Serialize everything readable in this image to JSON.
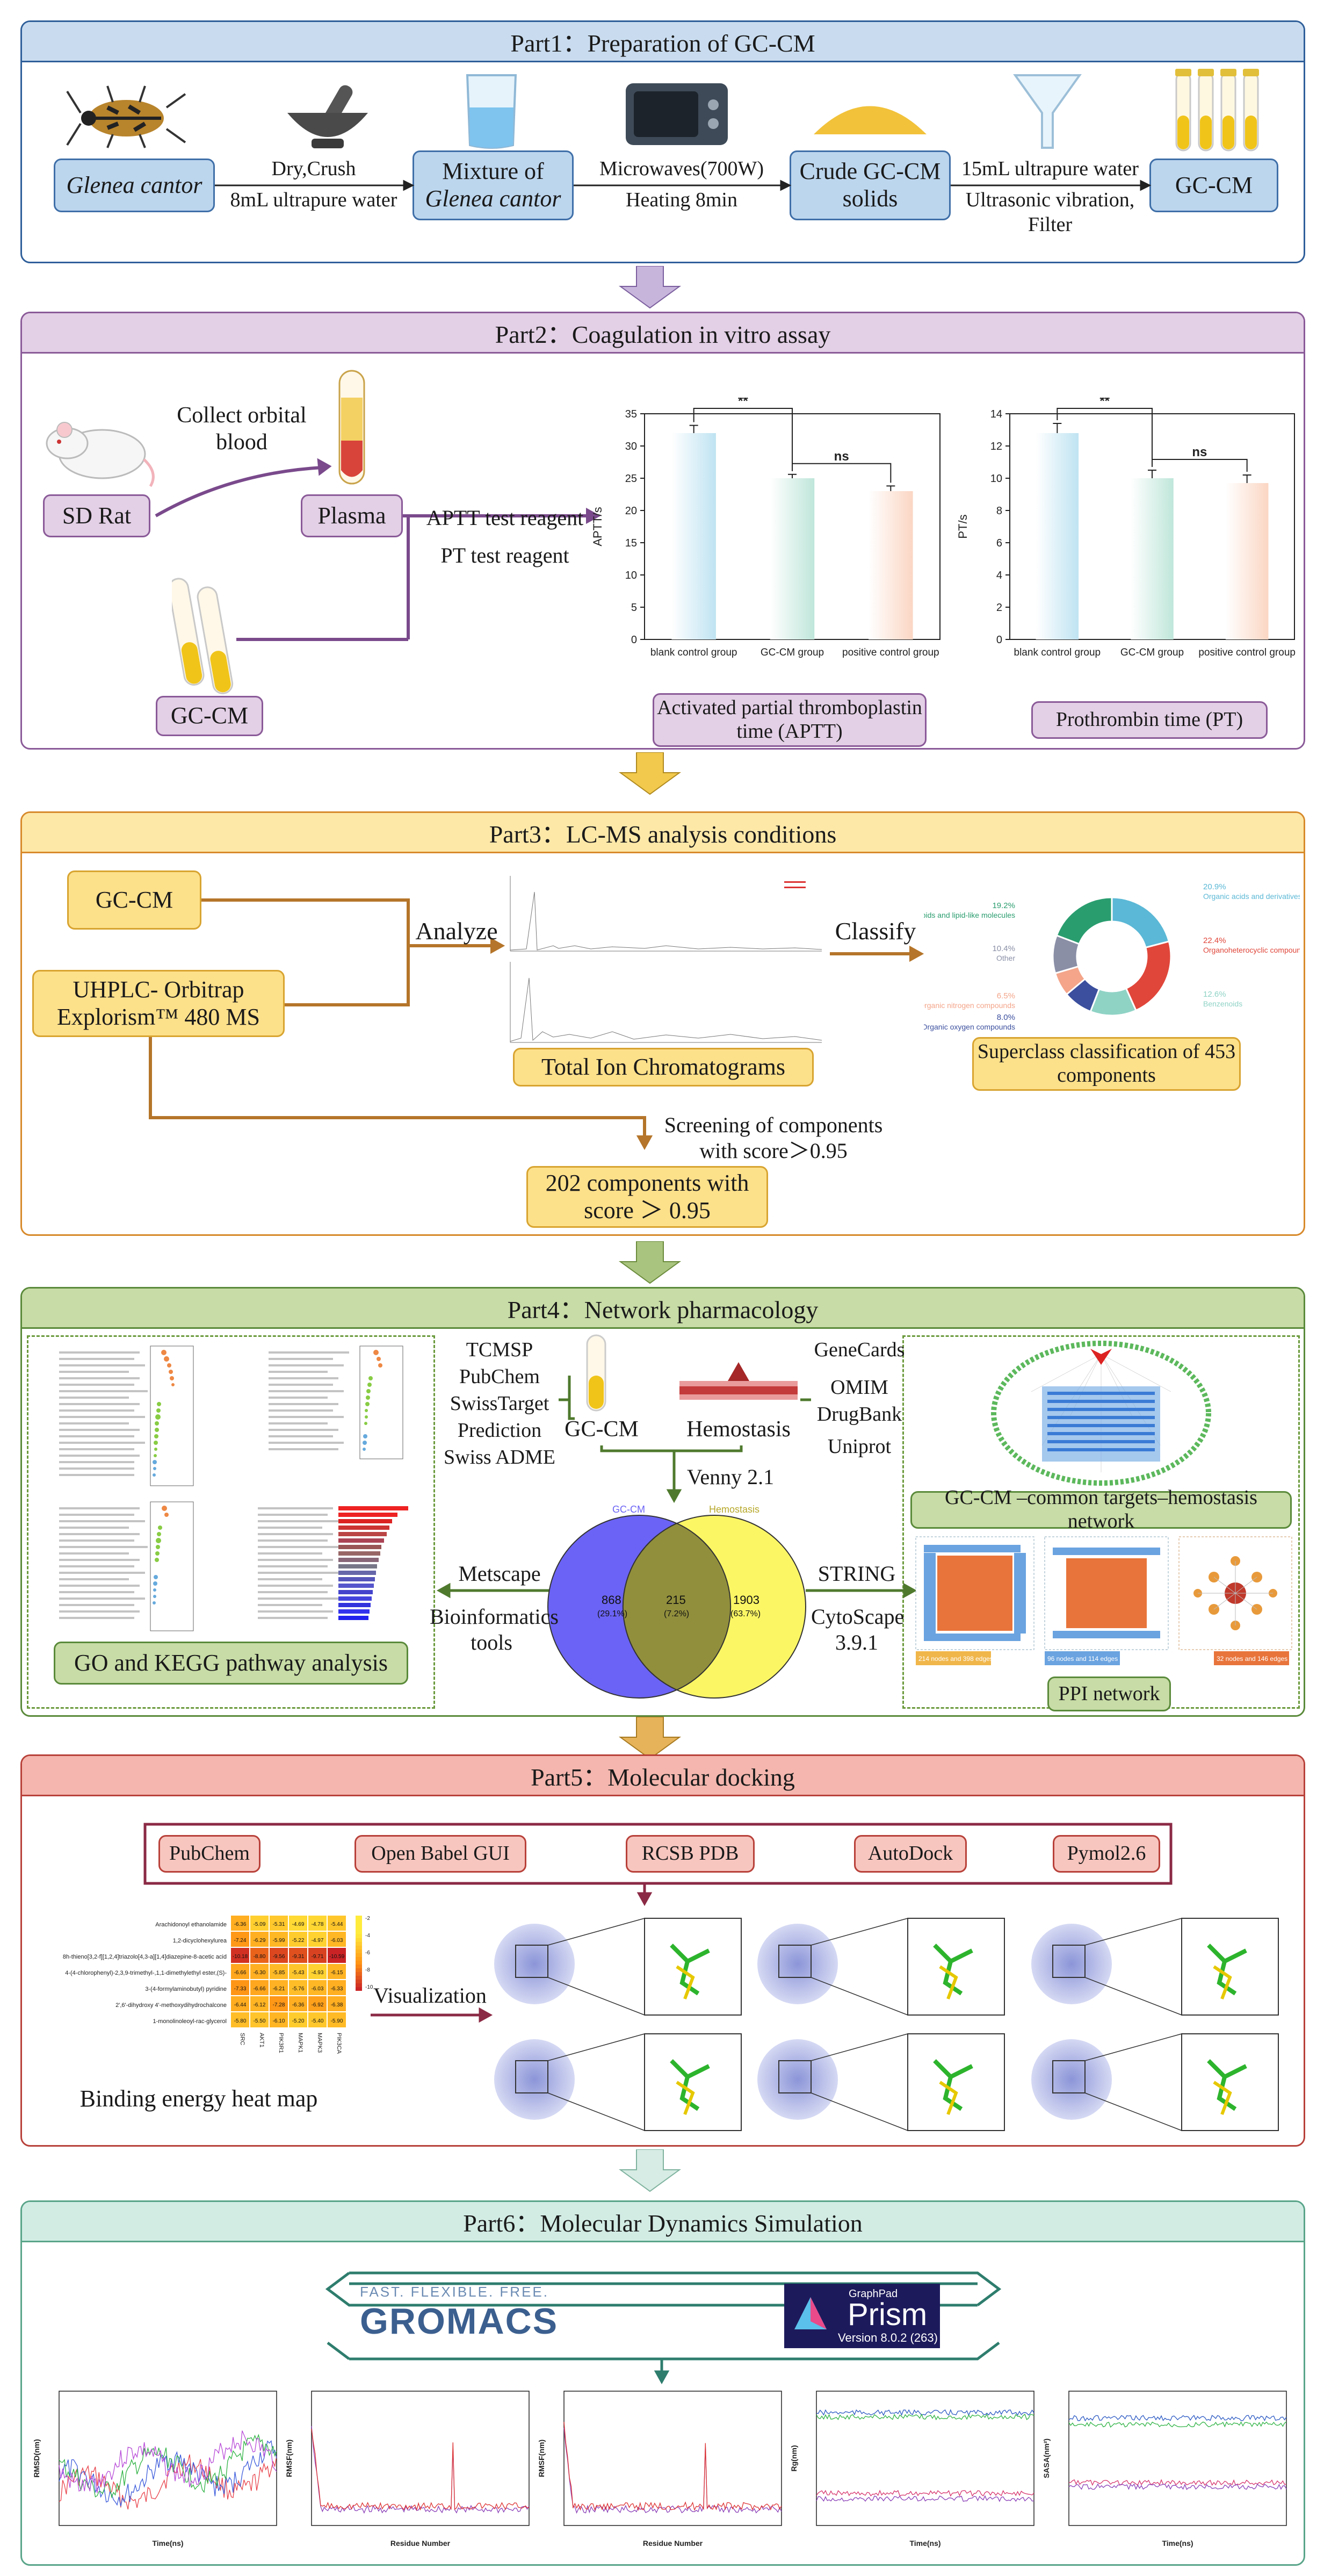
{
  "parts": {
    "p1": "Part1：Preparation of GC-CM",
    "p2": "Part2：Coagulation in vitro assay",
    "p3": "Part3：LC-MS analysis conditions",
    "p4": "Part4：Network pharmacology",
    "p5": "Part5：Molecular docking",
    "p6": "Part6：Molecular Dynamics Simulation"
  },
  "colors": {
    "part1": "#c9dcef",
    "part2": "#e3cfe6",
    "part3": "#fde8a8",
    "part4": "#c7dca6",
    "part5": "#f4b6ae",
    "part6": "#d2ece4",
    "arrow_purple": "#c8b5dc",
    "arrow_yellow": "#f2c94c",
    "arrow_green": "#a9c47f",
    "arrow_orange": "#e6b35a",
    "arrow_mint": "#d7ece4"
  },
  "part1": {
    "glenea": "Glenea cantor",
    "step1_top": "Dry,Crush",
    "step1_bottom": "8mL ultrapure water",
    "mixture_line1": "Mixture of",
    "mixture_line2": "Glenea cantor",
    "step2_top": "Microwaves(700W)",
    "step2_bottom": "Heating 8min",
    "crude": "Crude GC-CM solids",
    "step3_top": "15mL ultrapure water",
    "step3_bottom": "Ultrasonic vibration, Filter",
    "gccm": "GC-CM"
  },
  "part2": {
    "collect": "Collect orbital blood",
    "sd_rat": "SD Rat",
    "plasma": "Plasma",
    "gccm": "GC-CM",
    "aptt_reagent": "APTT test reagent",
    "pt_reagent": "PT test reagent",
    "aptt_caption": "Activated partial thromboplastin time (APTT)",
    "pt_caption": "Prothrombin time (PT)"
  },
  "chart_data": [
    {
      "type": "bar",
      "ylabel": "APTT/s",
      "categories": [
        "blank control group",
        "GC-CM group",
        "positive control group"
      ],
      "values": [
        32,
        25,
        23
      ],
      "errors": [
        1.2,
        0.6,
        0.8
      ],
      "ylim": [
        0,
        35
      ],
      "yticks": [
        0,
        5,
        10,
        15,
        20,
        25,
        30,
        35
      ],
      "significance": [
        {
          "pair": [
            0,
            1
          ],
          "label": "**"
        },
        {
          "pair": [
            1,
            2
          ],
          "label": "ns"
        }
      ],
      "colors": [
        "#bfe3f2",
        "#bfe6da",
        "#fbd6c3"
      ]
    },
    {
      "type": "bar",
      "ylabel": "PT/s",
      "categories": [
        "blank control group",
        "GC-CM group",
        "positive control group"
      ],
      "values": [
        12.8,
        10,
        9.7
      ],
      "errors": [
        0.6,
        0.5,
        0.5
      ],
      "ylim": [
        0,
        14
      ],
      "yticks": [
        0,
        2,
        4,
        6,
        8,
        10,
        12,
        14
      ],
      "significance": [
        {
          "pair": [
            0,
            1
          ],
          "label": "**"
        },
        {
          "pair": [
            1,
            2
          ],
          "label": "ns"
        }
      ],
      "colors": [
        "#bfe3f2",
        "#bfe6da",
        "#fbd6c3"
      ]
    }
  ],
  "part3": {
    "gccm": "GC-CM",
    "instrument": "UHPLC- Orbitrap Explorism™ 480 MS",
    "analyze": "Analyze",
    "tic": "Total Ion Chromatograms",
    "classify": "Classify",
    "superclass": "Superclass classification of 453 components",
    "screening": "Screening of components with score＞0.95",
    "components": "202 components with score ＞ 0.95",
    "donut": [
      {
        "label": "Organic acids and derivatives",
        "pct": "20.9%",
        "value": 20.9,
        "color": "#5bb8d6"
      },
      {
        "label": "Organoheterocyclic compounds",
        "pct": "22.4%",
        "value": 22.4,
        "color": "#e0463a"
      },
      {
        "label": "Benzenoids",
        "pct": "12.6%",
        "value": 12.6,
        "color": "#8fd3c5"
      },
      {
        "label": "Organic oxygen compounds",
        "pct": "8.0%",
        "value": 8.0,
        "color": "#3b4f9e"
      },
      {
        "label": "Organic nitrogen compounds",
        "pct": "6.5%",
        "value": 6.5,
        "color": "#f4a58a"
      },
      {
        "label": "Other",
        "pct": "10.4%",
        "value": 10.4,
        "color": "#8a8fa6"
      },
      {
        "label": "Lipids and lipid-like molecules",
        "pct": "19.2%",
        "value": 19.2,
        "color": "#2a9d6f"
      }
    ]
  },
  "part4": {
    "sources_left": [
      "TCMSP",
      "PubChem",
      "SwissTarget",
      "Prediction",
      "Swiss ADME"
    ],
    "gccm": "GC-CM",
    "hemostasis": "Hemostasis",
    "sources_right": [
      "GeneCards",
      "OMIM",
      "DrugBank",
      "Uniprot"
    ],
    "venny": "Venny 2.1",
    "venn_left_title": "GC-CM",
    "venn_right_title": "Hemostasis",
    "venn_left_count": "868",
    "venn_left_pct": "(29.1%)",
    "venn_mid_count": "215",
    "venn_mid_pct": "(7.2%)",
    "venn_right_count": "1903",
    "venn_right_pct": "(63.7%)",
    "metscape": "Metscape",
    "bioinfo": "Bioinformatics tools",
    "string": "STRING",
    "cytoscape": "CytoScape 3.9.1",
    "go_kegg": "GO and KEGG pathway analysis",
    "network": "GC-CM –common targets–hemostasis network",
    "ppi": "PPI network",
    "ppi_tag1": "214 nodes and 398 edges",
    "ppi_tag2": "96 nodes and 114 edges",
    "ppi_tag3": "32 nodes and 146 edges"
  },
  "part5": {
    "tools": [
      "PubChem",
      "Open Babel GUI",
      "RCSB PDB",
      "AutoDock",
      "Pymol2.6"
    ],
    "visualization": "Visualization",
    "heatmap_caption": "Binding energy heat map",
    "heatmap_rows": [
      "Arachidonoyl ethanolamide",
      "1,2-dicyclohexylurea",
      "8h-thieno[3,2-f][1,2,4]triazolo[4,3-a][1,4]diazepine-8-acetic acid",
      "4-(4-chlorophenyl)-2,3,9-trimethyl-,1,1-dimethylethyl ester,(S)-",
      "3-(4-formylaminobutyl) pyridine",
      "2',6'-dihydroxy 4'-methoxydihydrochalcone",
      "1-monolinoleoyl-rac-glycerol"
    ],
    "heatmap_cols": [
      "SRC",
      "AKT1",
      "PIK3R1",
      "MAPK1",
      "MAPK3",
      "PIK3CA"
    ],
    "heatmap_values": [
      [
        -6.36,
        -5.09,
        -5.31,
        -4.69,
        -4.78,
        -5.44
      ],
      [
        -7.24,
        -6.29,
        -5.99,
        -5.22,
        -4.97,
        -6.03
      ],
      [
        -10.18,
        -8.8,
        -9.56,
        -9.31,
        -9.71,
        -10.59
      ],
      [
        -6.66,
        -6.3,
        -5.85,
        -5.43,
        -4.93,
        -6.15
      ],
      [
        -7.33,
        -6.66,
        -6.21,
        -5.76,
        -6.03,
        -6.33
      ],
      [
        -6.44,
        -6.12,
        -7.28,
        -6.36,
        -6.92,
        -6.38
      ],
      [
        -5.8,
        -5.5,
        -6.1,
        -5.2,
        -5.4,
        -5.9
      ]
    ],
    "heatmap_legend": [
      "-2",
      "-4",
      "-6",
      "-8",
      "-10"
    ]
  },
  "part6": {
    "gromacs_tag": "FAST. FLEXIBLE. FREE.",
    "gromacs": "GROMACS",
    "prism_brand": "GraphPad",
    "prism": "Prism",
    "prism_version": "Version 8.0.2 (263)",
    "md_plots": [
      {
        "ylabel": "RMSD(nm)",
        "xlabel": "Time(ns)"
      },
      {
        "ylabel": "RMSF(nm)",
        "xlabel": "Residue Number"
      },
      {
        "ylabel": "RMSF(nm)",
        "xlabel": "Residue Number"
      },
      {
        "ylabel": "Rg(nm)",
        "xlabel": "Time(ns)"
      },
      {
        "ylabel": "SASA(nm²)",
        "xlabel": "Time(ns)"
      }
    ]
  }
}
